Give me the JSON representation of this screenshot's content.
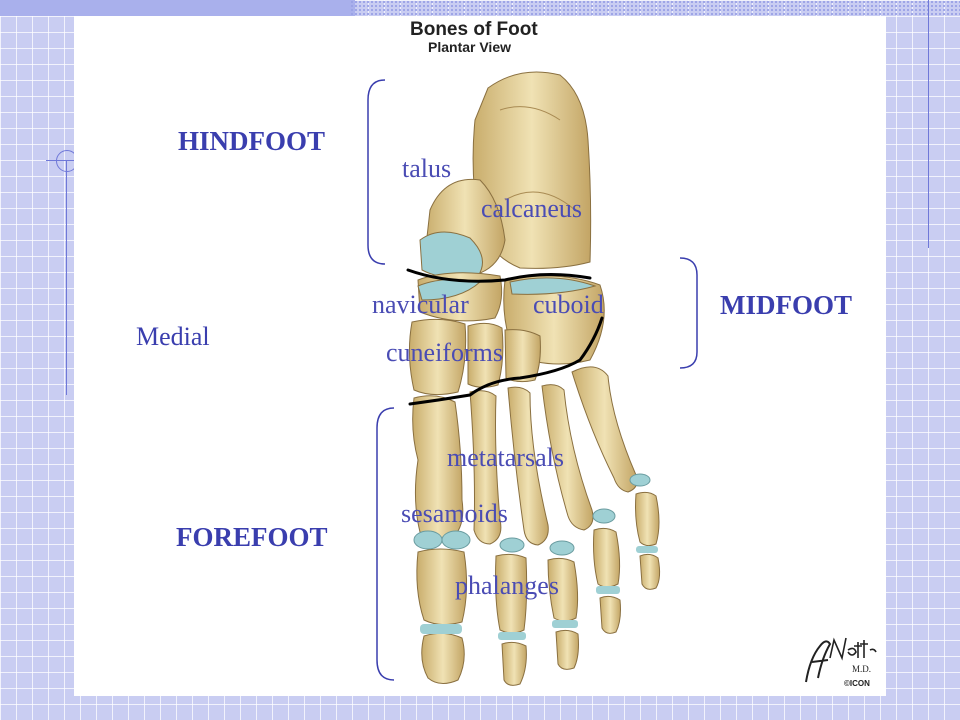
{
  "plate": {
    "title": "Bones of Foot",
    "subtitle": "Plantar View"
  },
  "regions": {
    "hindfoot": "HINDFOOT",
    "midfoot": "MIDFOOT",
    "forefoot": "FOREFOOT"
  },
  "side_label": "Medial",
  "bones": {
    "talus": "talus",
    "calcaneus": "calcaneus",
    "navicular": "navicular",
    "cuboid": "cuboid",
    "cuneiforms": "cuneiforms",
    "metatarsals": "metatarsals",
    "sesamoids": "sesamoids",
    "phalanges": "phalanges"
  },
  "signature": {
    "name": "F. Netter",
    "credential": "M.D."
  },
  "colors": {
    "label_blue": "#3a3eae",
    "bone": "#d9c48e",
    "cartilage": "#9fd0d4",
    "background": "#c9cdf2"
  }
}
